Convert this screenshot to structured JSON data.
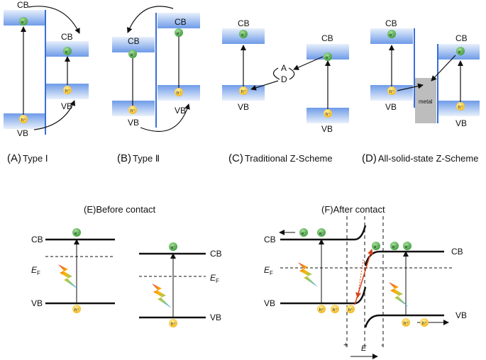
{
  "panels": {
    "A": {
      "caption_prefix": "(A)",
      "caption_text": "Type Ⅰ"
    },
    "B": {
      "caption_prefix": "(B)",
      "caption_text": "Type Ⅱ"
    },
    "C": {
      "caption_prefix": "(C)",
      "caption_text": "Traditional Z-Scheme"
    },
    "D": {
      "caption_prefix": "(D)",
      "caption_text": "All-solid-state Z-Scheme"
    },
    "E": {
      "caption": "(E)Before contact"
    },
    "F": {
      "caption": "(F)After contact"
    }
  },
  "labels": {
    "cb": "CB",
    "vb": "VB",
    "electron": "e⁻",
    "hole": "h⁺",
    "acceptor": "A",
    "donor": "D",
    "metal": "metal",
    "ef_main": "E",
    "ef_sub": "F",
    "field_main": "E",
    "plus": "+",
    "minus": "-"
  },
  "colors": {
    "band_blue": "#6e9be8",
    "band_light": "#e8f0fb",
    "electron_green": "#4caf50",
    "hole_yellow": "#f5c51d",
    "metal_gray": "#bdbdbd",
    "field_red": "#d9441c"
  }
}
